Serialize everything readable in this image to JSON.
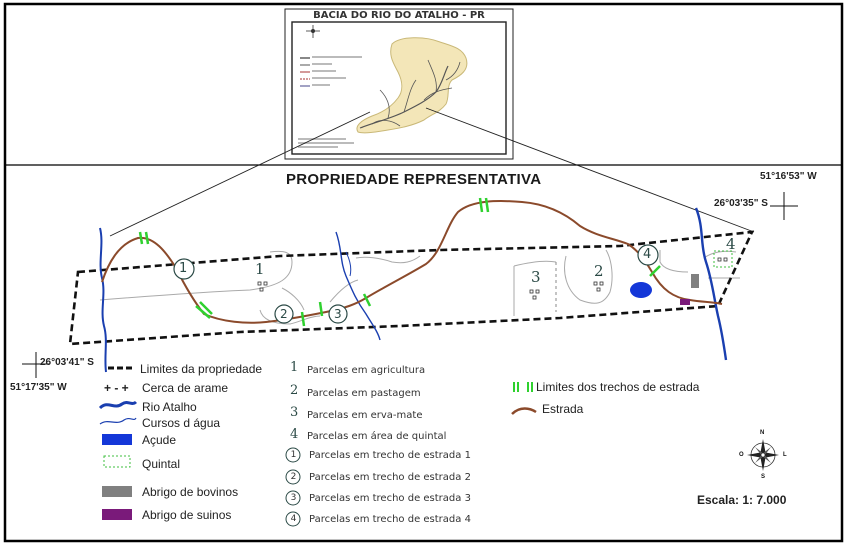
{
  "inset": {
    "title": "BACIA DO RIO DO ATALHO - PR"
  },
  "main_title": "PROPRIEDADE REPRESENTATIVA",
  "coordinates": {
    "ne_lon": "51°16'53\" W",
    "ne_lat": "26°03'35\" S",
    "sw_lat": "26°03'41\" S",
    "sw_lon": "51°17'35\" W"
  },
  "map_labels": {
    "parcels": [
      "1",
      "2",
      "3",
      "4"
    ],
    "road_sections": [
      "1",
      "2",
      "3",
      "4"
    ]
  },
  "legend": {
    "col1": [
      {
        "label": "Limites da propriedade",
        "symbol": "dashed-boundary"
      },
      {
        "label": "Cerca de arame",
        "symbol": "wire-fence",
        "glyph": "+ - +"
      },
      {
        "label": "Rio Atalho",
        "symbol": "river"
      },
      {
        "label": "Cursos d água",
        "symbol": "stream"
      },
      {
        "label": "Açude",
        "symbol": "pond"
      },
      {
        "label": "Quintal",
        "symbol": "yard"
      },
      {
        "label": "Abrigo de bovinos",
        "symbol": "cattle-shelter"
      },
      {
        "label": "Abrigo de suinos",
        "symbol": "pig-shelter"
      }
    ],
    "col2": [
      {
        "num": "1",
        "label": "Parcelas em agricultura"
      },
      {
        "num": "2",
        "label": "Parcelas em pastagem"
      },
      {
        "num": "3",
        "label": "Parcelas em erva-mate"
      },
      {
        "num": "4",
        "label": "Parcelas em área de quintal"
      },
      {
        "num": "1",
        "circled": true,
        "label": "Parcelas em trecho de estrada 1"
      },
      {
        "num": "2",
        "circled": true,
        "label": "Parcelas em trecho de estrada 2"
      },
      {
        "num": "3",
        "circled": true,
        "label": "Parcelas em trecho de estrada 3"
      },
      {
        "num": "4",
        "circled": true,
        "label": "Parcelas em trecho de estrada 4"
      }
    ],
    "col3": [
      {
        "label": "Limites dos trechos de estrada",
        "symbol": "road-limit"
      },
      {
        "label": "Estrada",
        "symbol": "road"
      }
    ]
  },
  "compass": {
    "n": "N",
    "s": "S",
    "e": "L",
    "w": "O"
  },
  "scale_text": "Escala: 1: 7.000",
  "colors": {
    "river": "#1a3fb0",
    "road": "#8b4a2b",
    "road_limit": "#2fd12f",
    "pond": "#1437d8",
    "cattle": "#808080",
    "pig": "#7a1a7a",
    "yard": "#3fbf3f",
    "basin_fill": "#f3e6b8"
  }
}
